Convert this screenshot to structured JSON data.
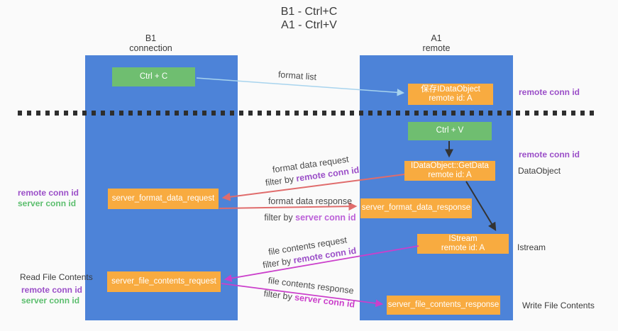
{
  "title": {
    "line1": "B1 - Ctrl+C",
    "line2": "A1 - Ctrl+V"
  },
  "colors": {
    "column_blue": "#4D83D8",
    "box_orange": "#F8AB40",
    "box_green": "#6FBE70",
    "arrow_lightblue": "#A8D4EE",
    "arrow_salmon": "#E06C6C",
    "arrow_magenta": "#CB3FCB",
    "arrow_dark": "#333333",
    "conn_purple": "#9B4FC8",
    "conn_orchid": "#BB5FD8",
    "conn_magenta": "#CB3FCB",
    "conn_green": "#5CBE6E"
  },
  "columns": {
    "left": {
      "title": "B1",
      "subtitle": "connection"
    },
    "right": {
      "title": "A1",
      "subtitle": "remote"
    }
  },
  "nodes": {
    "ctrl_c": {
      "label": "Ctrl + C"
    },
    "save_dataobject": {
      "line1": "保存IDataObject",
      "line2": "remote id: A"
    },
    "ctrl_v": {
      "label": "Ctrl + V"
    },
    "getdata": {
      "line1": "IDataObject::GetData",
      "line2": "remote id: A"
    },
    "server_format_data_request": {
      "label": "server_format_data_request"
    },
    "server_format_data_response": {
      "label": "server_format_data_response"
    },
    "istream": {
      "line1": "IStream",
      "line2": "remote id: A"
    },
    "server_file_contents_request": {
      "label": "server_file_contents_request"
    },
    "server_file_contents_response": {
      "label": "server_file_contents_response"
    }
  },
  "flow_labels": {
    "format_list": "format list",
    "format_data_request": {
      "line1": "format data request",
      "prefix": "filter by ",
      "conn": "remote conn id"
    },
    "format_data_response": {
      "line1": "format data response",
      "prefix": "filter by ",
      "conn": "server conn id"
    },
    "file_contents_request": {
      "line1": "file contents request",
      "prefix": "filter by ",
      "conn": "remote conn id"
    },
    "file_contents_response": {
      "line1": "file contents response",
      "prefix": "filter by ",
      "conn": "server conn id"
    }
  },
  "side_labels": {
    "right_top_conn": "remote conn id",
    "right_mid_conn": "remote conn id",
    "right_dataobject": "DataObject",
    "right_istream": "Istream",
    "right_write": "Write File Contents",
    "left_mid_remote": "remote conn id",
    "left_mid_server": "server conn id",
    "left_read": "Read File Contents",
    "left_bottom_remote": "remote conn id",
    "left_bottom_server": "server conn id"
  }
}
